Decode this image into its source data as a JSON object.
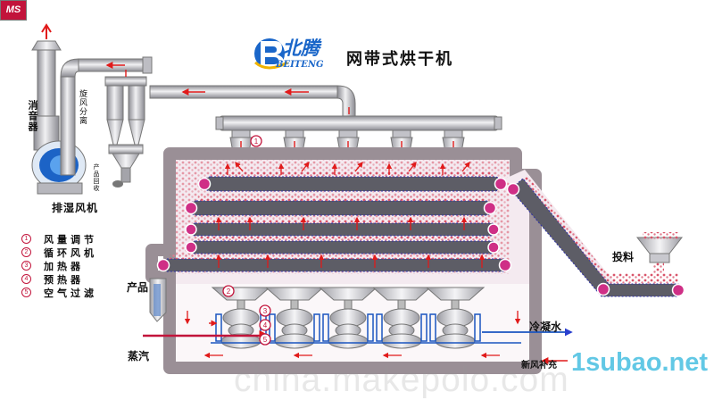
{
  "header": {
    "brand_cn": "北腾",
    "brand_en": "BEITENG",
    "title": "网带式烘干机"
  },
  "labels": {
    "exhaust_fan": "排湿风机",
    "muffler": "消音器",
    "cyclone": "旋风分离",
    "product_recovery": "产品回收",
    "product": "产品",
    "feed": "投料",
    "condensate_water": "冷凝水",
    "fresh_air": "新风补充",
    "steam": "蒸汽",
    "ms": "MS"
  },
  "legend": [
    {
      "num": "1",
      "text": "风量调节"
    },
    {
      "num": "2",
      "text": "循环风机"
    },
    {
      "num": "3",
      "text": "加热器"
    },
    {
      "num": "4",
      "text": "预热器"
    },
    {
      "num": "5",
      "text": "空气过滤"
    }
  ],
  "markers": {
    "damper": "1",
    "fan": "2",
    "heater": "3",
    "preheater": "4",
    "filter": "5"
  },
  "watermarks": {
    "main": "china.makepolo.com",
    "corner": "1subao.net"
  },
  "colors": {
    "chamber_wall": "#9a8f96",
    "chamber_fill": "#f4eaf0",
    "pipe": "#a9a9ae",
    "belt": "#5d5d66",
    "belt_edge": "#2d2fa8",
    "roller": "#cf2f86",
    "hot_arrow": "#e11a1a",
    "cool_arrow": "#2a3fcf",
    "brand_blue": "#1a66c9"
  }
}
